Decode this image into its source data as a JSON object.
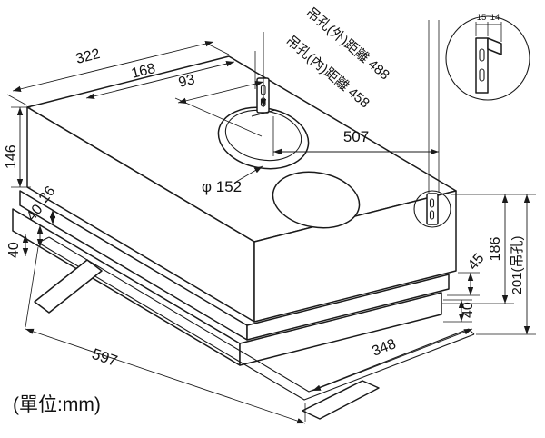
{
  "drawing": {
    "type": "technical-dimension-diagram",
    "subject": "slide-out range hood installation drawing",
    "unit_note": "(單位:mm)",
    "colors": {
      "line": "#1a1a1a",
      "background": "#ffffff"
    },
    "labels": {
      "depth_total": "322",
      "depth_mid": "168",
      "depth_bracket": "93",
      "height_body": "146",
      "left_band_26": "26",
      "left_band_40": "40",
      "left_lower_40": "40",
      "width_total": "597",
      "outlet_diameter": "φ 152",
      "bracket_span": "507",
      "hang_hole_outer": "吊孔(外)距離 488",
      "hang_hole_inner": "吊孔(內)距離 458",
      "right_height_186": "186",
      "right_height_201": "201(吊孔)",
      "right_band_45": "45",
      "right_band_40": "40",
      "bottom_depth": "348",
      "detail_width_15": "15",
      "detail_width_14": "14"
    }
  }
}
